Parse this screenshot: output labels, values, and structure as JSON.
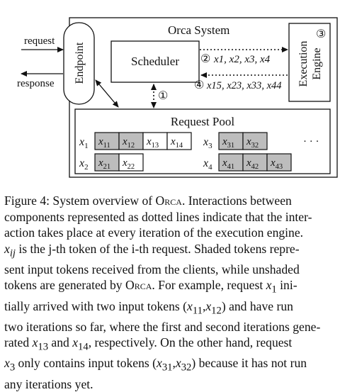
{
  "diagram": {
    "system_title": "Orca System",
    "endpoint_label": "Endpoint",
    "scheduler_label": "Scheduler",
    "engine_label_line1": "Execution",
    "engine_label_line2": "Engine",
    "request_label": "request",
    "response_label": "response",
    "step1": "①",
    "step2": "②",
    "step3": "③",
    "step4": "④",
    "pool_title": "Request Pool",
    "ellipsis": "· · ·",
    "requests": [
      {
        "name": "x",
        "sub": "1",
        "tokens": [
          {
            "name": "x",
            "sub": "11",
            "shaded": true
          },
          {
            "name": "x",
            "sub": "12",
            "shaded": true
          },
          {
            "name": "x",
            "sub": "13",
            "shaded": false
          },
          {
            "name": "x",
            "sub": "14",
            "shaded": false
          }
        ]
      },
      {
        "name": "x",
        "sub": "2",
        "tokens": [
          {
            "name": "x",
            "sub": "21",
            "shaded": true
          },
          {
            "name": "x",
            "sub": "22",
            "shaded": false
          }
        ]
      },
      {
        "name": "x",
        "sub": "3",
        "tokens": [
          {
            "name": "x",
            "sub": "31",
            "shaded": true
          },
          {
            "name": "x",
            "sub": "32",
            "shaded": true
          }
        ]
      },
      {
        "name": "x",
        "sub": "4",
        "tokens": [
          {
            "name": "x",
            "sub": "41",
            "shaded": true
          },
          {
            "name": "x",
            "sub": "42",
            "shaded": true
          },
          {
            "name": "x",
            "sub": "43",
            "shaded": true
          }
        ]
      }
    ],
    "to_engine_vars": [
      "x1",
      "x2",
      "x3",
      "x4"
    ],
    "from_engine_vars": [
      "x15",
      "x23",
      "x33",
      "x44"
    ]
  },
  "colors": {
    "shaded_token": "#bdbdbd",
    "line": "#111111"
  },
  "caption": {
    "line1": {
      "a": "Figure 4: System overview of O",
      "b": "rca",
      "c": ". Interactions between"
    },
    "line2": "components represented as dotted lines indicate that the inter-",
    "line3": "action takes place at every iteration of the execution engine.",
    "line4": {
      "var": "x",
      "sub": "ij",
      "text": " is the j-th token of the i-th request. Shaded tokens repre-"
    },
    "line5": "sent input tokens received from the clients, while unshaded",
    "line6": {
      "a": "tokens are generated by O",
      "b": "rca",
      "c": ". For example, request ",
      "var": "x",
      "sub": "1",
      "d": " ini-"
    },
    "line7": {
      "a": "tially arrived with two input tokens (",
      "v1": "x",
      "s1": "11",
      "comma": ",",
      "v2": "x",
      "s2": "12",
      "b": ") and have run"
    },
    "line8": "two iterations so far, where the first and second iterations gene-",
    "line9": {
      "a": "rated ",
      "v1": "x",
      "s1": "13",
      "b": " and ",
      "v2": "x",
      "s2": "14",
      "c": ", respectively. On the other hand, request"
    },
    "line10": {
      "v1": "x",
      "s1": "3",
      "a": " only contains input tokens (",
      "v2": "x",
      "s2": "31",
      "comma": ",",
      "v3": "x",
      "s3": "32",
      "b": ") because it has not run"
    },
    "line11": "any iterations yet."
  }
}
